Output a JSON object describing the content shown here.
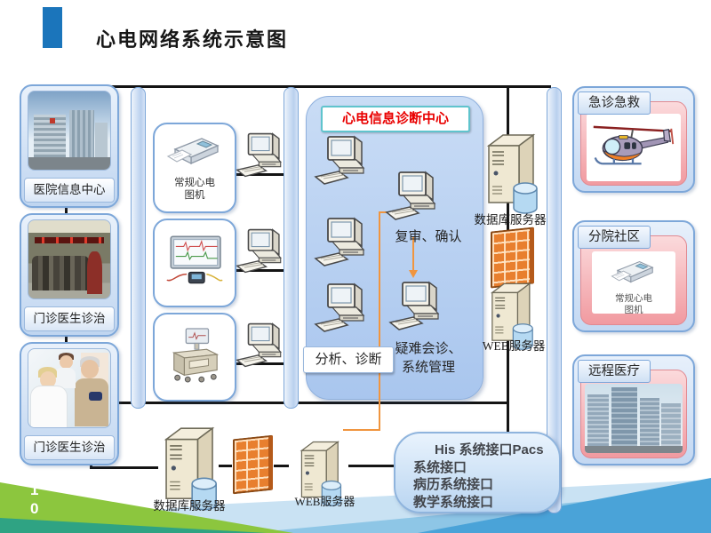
{
  "slide": {
    "title": "心电网络系统示意图",
    "page_number": "10"
  },
  "left_column": [
    {
      "label": "医院信息中心",
      "image": "hospital-building-photo"
    },
    {
      "label": "门诊医生诊治",
      "image": "outpatient-hall-photo"
    },
    {
      "label": "门诊医生诊治",
      "image": "doctor-consult-photo"
    }
  ],
  "acquisition": {
    "device1_label": "常规心电\n图机",
    "device1_icon": "ecg-machine",
    "device2_icon": "ecg-monitor-device",
    "device3_icon": "ecg-cart",
    "workstation_icon": "desktop-computer"
  },
  "diagnosis_center": {
    "title": "心电信息诊断中心",
    "review_label": "复审、确认",
    "consult_label": "疑难会诊、\n系统管理",
    "analysis_label": "分析、诊断"
  },
  "core_servers": {
    "database_label": "数据库服务器",
    "web_label": "WEB服务器",
    "server_icon": "server-tower-database",
    "firewall_icon": "brick-firewall"
  },
  "interface_servers": {
    "database_label": "数据库服务器",
    "web_label": "WEB服务器"
  },
  "interface_bubble": {
    "lines": [
      "His 系统接口Pacs",
      "系统接口",
      "病历系统接口",
      "教学系统接口"
    ]
  },
  "right_column": [
    {
      "label": "急诊急救",
      "icon": "rescue-helicopter"
    },
    {
      "label": "分院社区",
      "device_label": "常规心电\n图机",
      "icon": "ecg-machine"
    },
    {
      "label": "远程医疗",
      "icon": "hospital-towers-photo"
    }
  ],
  "colors": {
    "accent_blue": "#1b75bb",
    "panel_blue": "#b9d3f2",
    "pink_box": "#f19aa0",
    "firewall_orange": "#e87f2e",
    "diagram_line": "#141414",
    "connector_orange": "#f0953f",
    "title_red": "#e90000",
    "swoosh_green": "#8cc63e",
    "swoosh_teal": "#2fa383",
    "swoosh_blue": "#4aa3d8",
    "swoosh_pale_blue": "#c9e2f3"
  }
}
